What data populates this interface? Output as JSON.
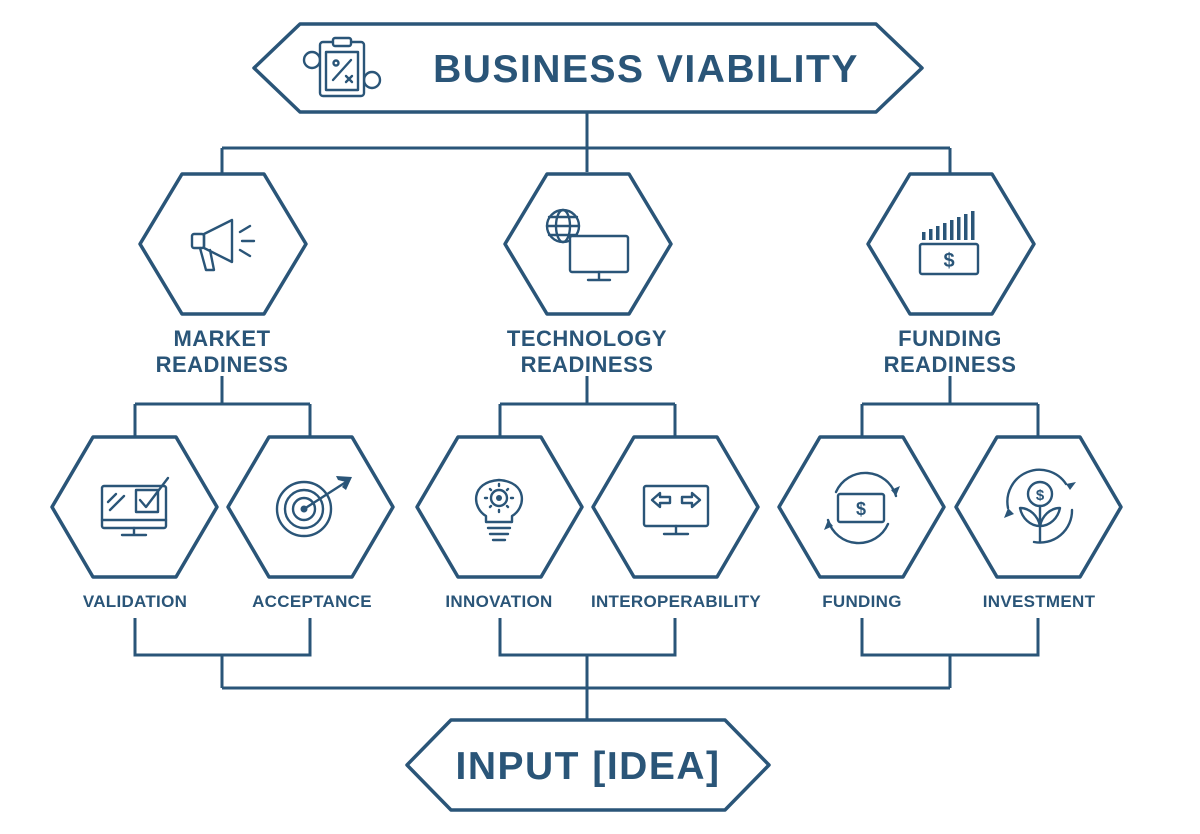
{
  "top": {
    "title": "BUSINESS VIABILITY",
    "icon": "clipboard-gear-icon"
  },
  "groups": [
    {
      "line1": "MARKET",
      "line2": "READINESS",
      "icon": "megaphone-icon",
      "children": [
        {
          "label": "VALIDATION",
          "icon": "monitor-checkbox-icon"
        },
        {
          "label": "ACCEPTANCE",
          "icon": "target-arrow-icon"
        }
      ]
    },
    {
      "line1": "TECHNOLOGY",
      "line2": "READINESS",
      "icon": "globe-monitor-icon",
      "children": [
        {
          "label": "INNOVATION",
          "icon": "lightbulb-gear-icon"
        },
        {
          "label": "INTEROPERABILITY",
          "icon": "monitor-arrows-icon"
        }
      ]
    },
    {
      "line1": "FUNDING",
      "line2": "READINESS",
      "icon": "money-bars-icon",
      "children": [
        {
          "label": "FUNDING",
          "icon": "money-cycle-icon"
        },
        {
          "label": "INVESTMENT",
          "icon": "coin-plant-icon"
        }
      ]
    }
  ],
  "bottom": {
    "title": "INPUT [IDEA]"
  },
  "colors": {
    "primary": "#2a5578",
    "background": "#ffffff"
  }
}
